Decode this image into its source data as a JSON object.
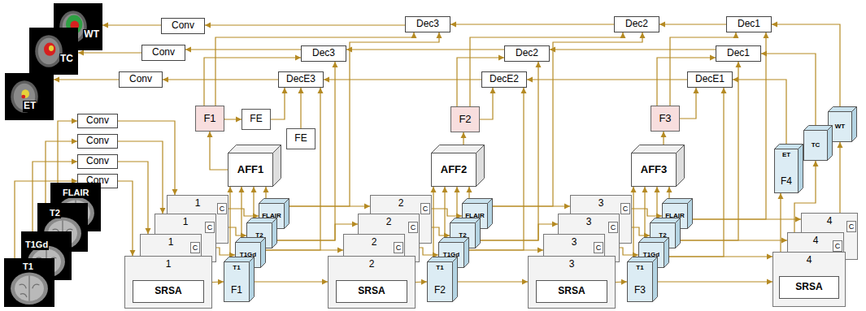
{
  "diagram": {
    "nodes": [
      {
        "text": [
          "WT"
        ]
      },
      {
        "text": [
          "TC"
        ]
      },
      {
        "text": [
          "ET"
        ]
      },
      {
        "text": [
          "Conv"
        ]
      },
      {
        "text": [
          "Conv"
        ]
      },
      {
        "text": [
          "Conv"
        ]
      },
      {
        "text": [
          "Dec3"
        ]
      },
      {
        "text": [
          "Dec2"
        ]
      },
      {
        "text": [
          "Dec1"
        ]
      },
      {
        "text": [
          "Dec3"
        ]
      },
      {
        "text": [
          "Dec2"
        ]
      },
      {
        "text": [
          "Dec1"
        ]
      },
      {
        "text": [
          "DecE3"
        ]
      },
      {
        "text": [
          "DecE2"
        ]
      },
      {
        "text": [
          "DecE1"
        ]
      },
      {
        "text": [
          "F1"
        ]
      },
      {
        "text": [
          "FE"
        ]
      },
      {
        "text": [
          "FE"
        ]
      },
      {
        "text": [
          "F2"
        ]
      },
      {
        "text": [
          "F3"
        ]
      },
      {
        "text": [
          "WT"
        ]
      },
      {
        "text": [
          "TC"
        ]
      },
      {
        "text": [
          "ET",
          "F4"
        ]
      },
      {
        "text": [
          "AFF1"
        ]
      },
      {
        "text": [
          "AFF2"
        ]
      },
      {
        "text": [
          "AFF3"
        ]
      },
      {
        "text": [
          "Conv"
        ]
      },
      {
        "text": [
          "Conv"
        ]
      },
      {
        "text": [
          "Conv"
        ]
      },
      {
        "text": [
          "Conv"
        ]
      },
      {
        "text": [
          "FLAIR"
        ]
      },
      {
        "text": [
          "T2"
        ]
      },
      {
        "text": [
          "T1Gd"
        ]
      },
      {
        "text": [
          "T1"
        ]
      },
      {
        "text": [
          "1"
        ]
      },
      {
        "text": [
          "C"
        ],
        "in": 34
      },
      {
        "text": [
          "1"
        ]
      },
      {
        "text": [
          "C"
        ],
        "in": 36
      },
      {
        "text": [
          "1"
        ]
      },
      {
        "text": [
          "C"
        ],
        "in": 38
      },
      {
        "text": [
          "1"
        ]
      },
      {
        "text": [
          "SRSA"
        ],
        "in": 40
      },
      {
        "text": [
          "FLAIR"
        ]
      },
      {
        "text": [
          "T2"
        ]
      },
      {
        "text": [
          "T1Gd"
        ]
      },
      {
        "text": [
          "T1",
          "F1"
        ]
      },
      {
        "text": [
          "2"
        ]
      },
      {
        "text": [
          "C"
        ],
        "in": 46
      },
      {
        "text": [
          "2"
        ]
      },
      {
        "text": [
          "C"
        ],
        "in": 48
      },
      {
        "text": [
          "2"
        ]
      },
      {
        "text": [
          "C"
        ],
        "in": 50
      },
      {
        "text": [
          "2"
        ]
      },
      {
        "text": [
          "SRSA"
        ],
        "in": 52
      },
      {
        "text": [
          "FLAIR"
        ]
      },
      {
        "text": [
          "T2"
        ]
      },
      {
        "text": [
          "T1Gd"
        ]
      },
      {
        "text": [
          "T1",
          "F2"
        ]
      },
      {
        "text": [
          "3"
        ]
      },
      {
        "text": [
          "C"
        ],
        "in": 58
      },
      {
        "text": [
          "3"
        ]
      },
      {
        "text": [
          "C"
        ],
        "in": 60
      },
      {
        "text": [
          "3"
        ]
      },
      {
        "text": [
          "C"
        ],
        "in": 62
      },
      {
        "text": [
          "3"
        ]
      },
      {
        "text": [
          "SRSA"
        ],
        "in": 64
      },
      {
        "text": [
          "FLAIR"
        ]
      },
      {
        "text": [
          "T2"
        ]
      },
      {
        "text": [
          "T1Gd"
        ]
      },
      {
        "text": [
          "T1",
          "F3"
        ]
      },
      {
        "text": [
          "4"
        ]
      },
      {
        "text": [
          "C"
        ],
        "in": 70
      },
      {
        "text": [
          "4"
        ]
      },
      {
        "text": [
          "C"
        ],
        "in": 72
      },
      {
        "text": [
          "4"
        ]
      },
      {
        "text": [
          "SRSA"
        ],
        "in": 74
      }
    ],
    "edges": [
      {
        "from": 30,
        "to": 26,
        "arrow": "to"
      },
      {
        "from": 31,
        "to": 27,
        "arrow": "to"
      },
      {
        "from": 32,
        "to": 28,
        "arrow": "to"
      },
      {
        "from": 33,
        "to": 29,
        "arrow": "to"
      },
      {
        "from": 26,
        "to": 34,
        "arrow": "to"
      },
      {
        "from": 27,
        "to": 36,
        "arrow": "to"
      },
      {
        "from": 28,
        "to": 38,
        "arrow": "to"
      },
      {
        "from": 29,
        "to": 40,
        "arrow": "to"
      },
      {
        "from": 35,
        "to": 42,
        "arrow": "to"
      },
      {
        "from": 37,
        "to": 43,
        "arrow": "to"
      },
      {
        "from": 39,
        "to": 44,
        "arrow": "to"
      },
      {
        "from": 40,
        "to": 45,
        "arrow": "to"
      },
      {
        "from": 42,
        "to": 23,
        "arrow": "to"
      },
      {
        "from": 43,
        "to": 23,
        "arrow": "to"
      },
      {
        "from": 44,
        "to": 23,
        "arrow": "to"
      },
      {
        "from": 45,
        "to": 23,
        "arrow": "to"
      },
      {
        "from": 42,
        "to": 46,
        "arrow": "to"
      },
      {
        "from": 43,
        "to": 48,
        "arrow": "to"
      },
      {
        "from": 44,
        "to": 50,
        "arrow": "to"
      },
      {
        "from": 45,
        "to": 52,
        "arrow": "to"
      },
      {
        "from": 44,
        "to": 12,
        "arrow": "to"
      },
      {
        "from": 43,
        "to": 9,
        "arrow": "to"
      },
      {
        "from": 42,
        "to": 6,
        "arrow": "to"
      },
      {
        "from": 47,
        "to": 54,
        "arrow": "to"
      },
      {
        "from": 49,
        "to": 55,
        "arrow": "to"
      },
      {
        "from": 51,
        "to": 56,
        "arrow": "to"
      },
      {
        "from": 52,
        "to": 57,
        "arrow": "to"
      },
      {
        "from": 54,
        "to": 24,
        "arrow": "to"
      },
      {
        "from": 55,
        "to": 24,
        "arrow": "to"
      },
      {
        "from": 56,
        "to": 24,
        "arrow": "to"
      },
      {
        "from": 57,
        "to": 24,
        "arrow": "to"
      },
      {
        "from": 54,
        "to": 58,
        "arrow": "to"
      },
      {
        "from": 55,
        "to": 60,
        "arrow": "to"
      },
      {
        "from": 56,
        "to": 62,
        "arrow": "to"
      },
      {
        "from": 57,
        "to": 64,
        "arrow": "to"
      },
      {
        "from": 56,
        "to": 13,
        "arrow": "to"
      },
      {
        "from": 55,
        "to": 10,
        "arrow": "to"
      },
      {
        "from": 54,
        "to": 7,
        "arrow": "to"
      },
      {
        "from": 59,
        "to": 66,
        "arrow": "to"
      },
      {
        "from": 61,
        "to": 67,
        "arrow": "to"
      },
      {
        "from": 63,
        "to": 68,
        "arrow": "to"
      },
      {
        "from": 64,
        "to": 69,
        "arrow": "to"
      },
      {
        "from": 66,
        "to": 25,
        "arrow": "to"
      },
      {
        "from": 67,
        "to": 25,
        "arrow": "to"
      },
      {
        "from": 68,
        "to": 25,
        "arrow": "to"
      },
      {
        "from": 69,
        "to": 25,
        "arrow": "to"
      },
      {
        "from": 66,
        "to": 70,
        "arrow": "to"
      },
      {
        "from": 67,
        "to": 72,
        "arrow": "to"
      },
      {
        "from": 68,
        "to": 74,
        "arrow": "to"
      },
      {
        "from": 69,
        "to": 74,
        "arrow": "to"
      },
      {
        "from": 68,
        "to": 14,
        "arrow": "to"
      },
      {
        "from": 67,
        "to": 11,
        "arrow": "to"
      },
      {
        "from": 66,
        "to": 8,
        "arrow": "to"
      },
      {
        "from": 70,
        "to": 20,
        "arrow": "to"
      },
      {
        "from": 72,
        "to": 21,
        "arrow": "to"
      },
      {
        "from": 74,
        "to": 22,
        "arrow": "to"
      },
      {
        "from": 20,
        "to": 8,
        "arrow": "to"
      },
      {
        "from": 21,
        "to": 11,
        "arrow": "to"
      },
      {
        "from": 22,
        "to": 14,
        "arrow": "to"
      },
      {
        "from": 23,
        "to": 15,
        "arrow": "to"
      },
      {
        "from": 24,
        "to": 18,
        "arrow": "to"
      },
      {
        "from": 25,
        "to": 19,
        "arrow": "to"
      },
      {
        "from": 15,
        "to": 16,
        "arrow": "to"
      },
      {
        "from": 16,
        "to": 12,
        "arrow": "to"
      },
      {
        "from": 17,
        "to": 12,
        "arrow": "to"
      },
      {
        "from": 15,
        "to": 9,
        "arrow": "to"
      },
      {
        "from": 15,
        "to": 6,
        "arrow": "to"
      },
      {
        "from": 18,
        "to": 10,
        "arrow": "to"
      },
      {
        "from": 18,
        "to": 7,
        "arrow": "to"
      },
      {
        "from": 18,
        "to": 13,
        "arrow": "to"
      },
      {
        "from": 19,
        "to": 11,
        "arrow": "to"
      },
      {
        "from": 19,
        "to": 8,
        "arrow": "to"
      },
      {
        "from": 19,
        "to": 14,
        "arrow": "to"
      },
      {
        "from": 7,
        "to": 6,
        "arrow": "to"
      },
      {
        "from": 8,
        "to": 7,
        "arrow": "to"
      },
      {
        "from": 10,
        "to": 9,
        "arrow": "to"
      },
      {
        "from": 11,
        "to": 10,
        "arrow": "to"
      },
      {
        "from": 13,
        "to": 12,
        "arrow": "to"
      },
      {
        "from": 14,
        "to": 13,
        "arrow": "to"
      },
      {
        "from": 6,
        "to": 3,
        "arrow": "to"
      },
      {
        "from": 9,
        "to": 4,
        "arrow": "to"
      },
      {
        "from": 12,
        "to": 5,
        "arrow": "to"
      },
      {
        "from": 3,
        "to": 0,
        "arrow": "to"
      },
      {
        "from": 4,
        "to": 1,
        "arrow": "to"
      },
      {
        "from": 5,
        "to": 2,
        "arrow": "to"
      }
    ]
  }
}
